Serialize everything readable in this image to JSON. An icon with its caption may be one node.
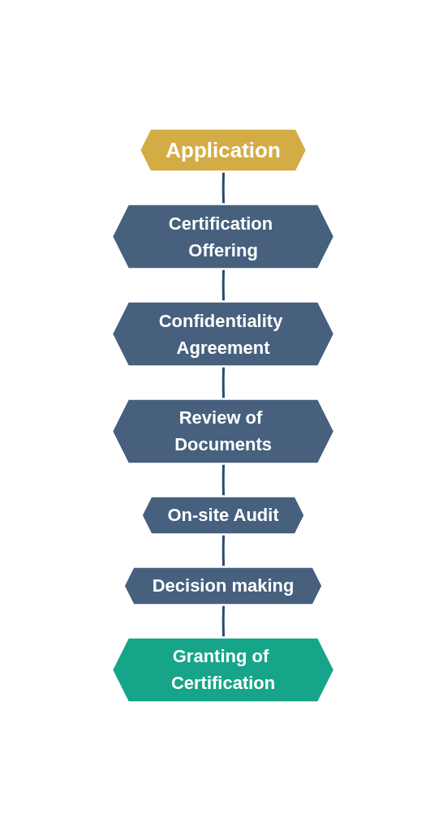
{
  "diagram": {
    "nodes": [
      {
        "text": [
          "Application"
        ]
      },
      {
        "text": [
          "Certification Offering"
        ]
      },
      {
        "text": [
          "Confidentiality Agreement"
        ]
      },
      {
        "text": [
          "Review of Documents"
        ]
      },
      {
        "text": [
          "On-site Audit"
        ]
      },
      {
        "text": [
          "Decision making"
        ]
      },
      {
        "text": [
          "Granting of Certification"
        ]
      }
    ],
    "edges": [
      {
        "from": 0,
        "to": 1,
        "arrow": "none"
      },
      {
        "from": 1,
        "to": 2,
        "arrow": "none"
      },
      {
        "from": 2,
        "to": 3,
        "arrow": "none"
      },
      {
        "from": 3,
        "to": 4,
        "arrow": "none"
      },
      {
        "from": 4,
        "to": 5,
        "arrow": "none"
      },
      {
        "from": 5,
        "to": 6,
        "arrow": "none"
      }
    ]
  }
}
